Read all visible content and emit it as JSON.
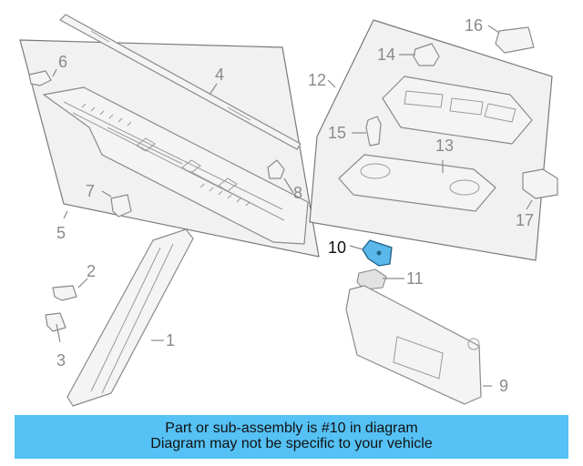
{
  "callouts": {
    "c1": "1",
    "c2": "2",
    "c3": "3",
    "c4": "4",
    "c5": "5",
    "c6": "6",
    "c7": "7",
    "c8": "8",
    "c9": "9",
    "c10": "10",
    "c11": "11",
    "c12": "12",
    "c13": "13",
    "c14": "14",
    "c15": "15",
    "c16": "16",
    "c17": "17"
  },
  "highlighted_part": "10",
  "highlight_color": "#5ab8ea",
  "banner": {
    "line1": "Part or sub-assembly is #10 in diagram",
    "line2": "Diagram may not be specific to your vehicle",
    "color": "#55c1f5"
  }
}
